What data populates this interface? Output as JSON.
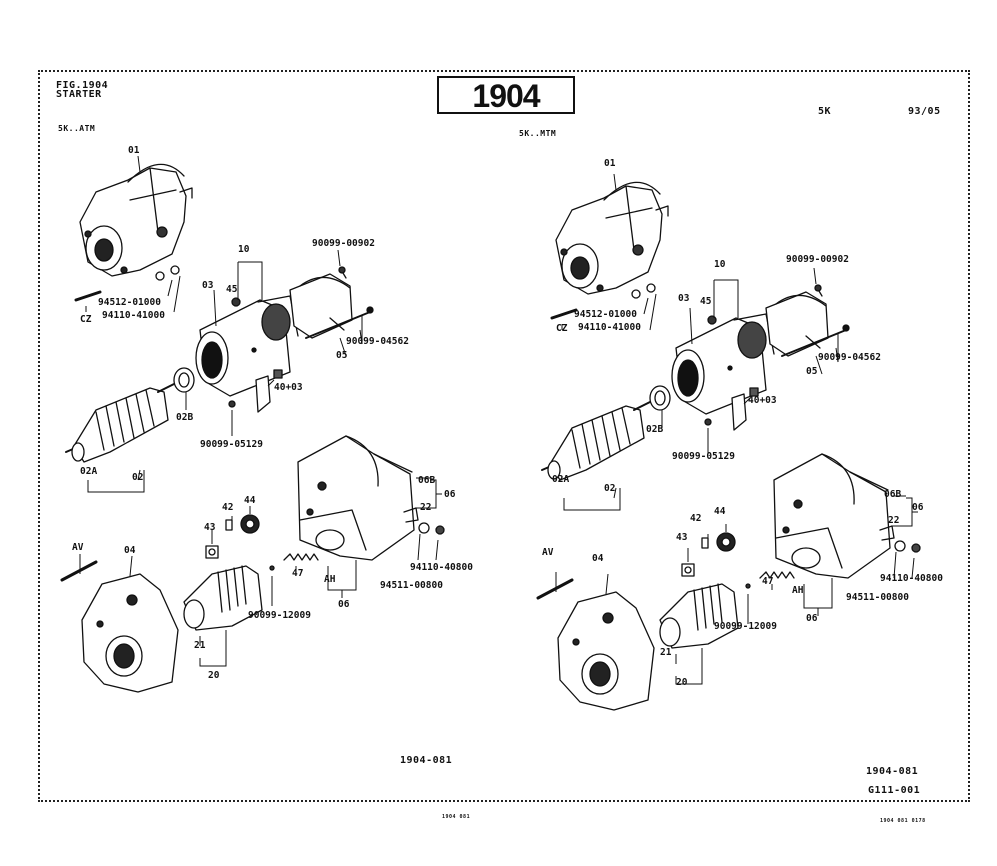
{
  "header": {
    "fig_line": "FIG.1904",
    "title": "STARTER",
    "box_number": "1904",
    "model": "5K",
    "date": "93/05"
  },
  "left_diagram": {
    "variant": "5K..ATM",
    "labels": {
      "p01": "01",
      "p10": "10",
      "b0902": "90099-00902",
      "p03": "03",
      "p45": "45",
      "b01000": "94512-01000",
      "b41000": "94110-41000",
      "cz": "CZ",
      "b04562": "90099-04562",
      "p05": "05",
      "p4003": "40+03",
      "p02b": "02B",
      "b05129": "90099-05129",
      "p02a": "02A",
      "p02": "02",
      "p06b": "06B",
      "p06": "06",
      "p22": "22",
      "p42": "42",
      "p44": "44",
      "p43": "43",
      "av": "AV",
      "p04": "04",
      "p47": "47",
      "ah": "AH",
      "b40800": "94110-40800",
      "b00800": "94511-00800",
      "b12009": "90099-12009",
      "p21": "21",
      "p20": "20",
      "p06low": "06"
    }
  },
  "right_diagram": {
    "variant": "5K..MTM",
    "labels": {
      "p01": "01",
      "p10": "10",
      "b0902": "90099-00902",
      "p03": "03",
      "p45": "45",
      "b01000": "94512-01000",
      "b41000": "94110-41000",
      "cz": "CZ",
      "b04562": "90099-04562",
      "p05": "05",
      "p4003": "40+03",
      "p02b": "02B",
      "b05129": "90099-05129",
      "p02a": "02A",
      "p02": "02",
      "p06b": "06B",
      "p06": "06",
      "p22": "22",
      "p42": "42",
      "p44": "44",
      "p43": "43",
      "av": "AV",
      "p04": "04",
      "p47": "47",
      "ah": "AH",
      "b40800": "94110-40800",
      "b00800": "94511-00800",
      "b12009": "90099-12009",
      "p21": "21",
      "p20": "20",
      "p06low": "06"
    }
  },
  "footer": {
    "ref_center": "1904-081",
    "ref_right": "1904-081",
    "sheet_code": "G111-001",
    "tiny_center": "1904  081",
    "tiny_right": "1904  081  0178"
  }
}
